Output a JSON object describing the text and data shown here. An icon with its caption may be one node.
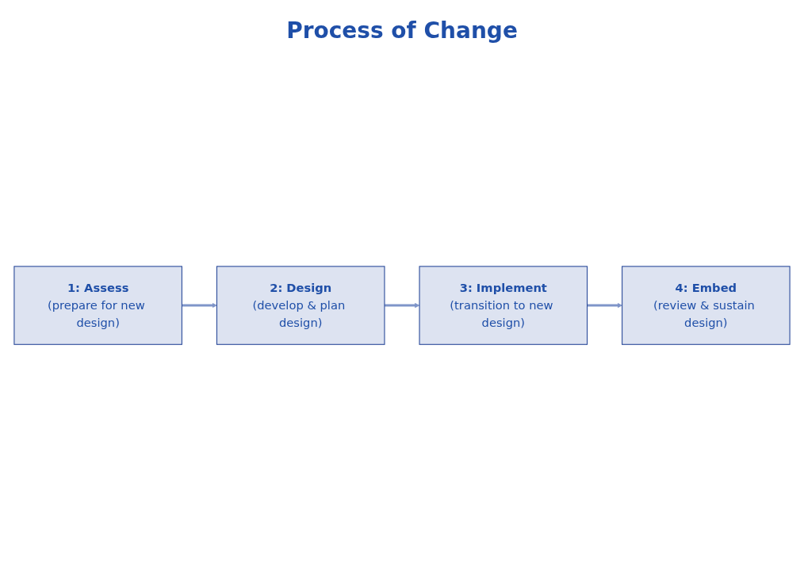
{
  "diagram": {
    "title": "Process of Change",
    "nodes": [
      {
        "text": [
          "1: Assess",
          "(prepare for new design)"
        ]
      },
      {
        "text": [
          "2: Design",
          "(develop & plan design)"
        ]
      },
      {
        "text": [
          "3: Implement",
          "(transition to new design)"
        ]
      },
      {
        "text": [
          "4: Embed",
          "(review & sustain design)"
        ]
      }
    ],
    "edges": [
      {
        "from": 0,
        "to": 1,
        "arrow": "to"
      },
      {
        "from": 1,
        "to": 2,
        "arrow": "to"
      },
      {
        "from": 2,
        "to": 3,
        "arrow": "to"
      }
    ]
  }
}
